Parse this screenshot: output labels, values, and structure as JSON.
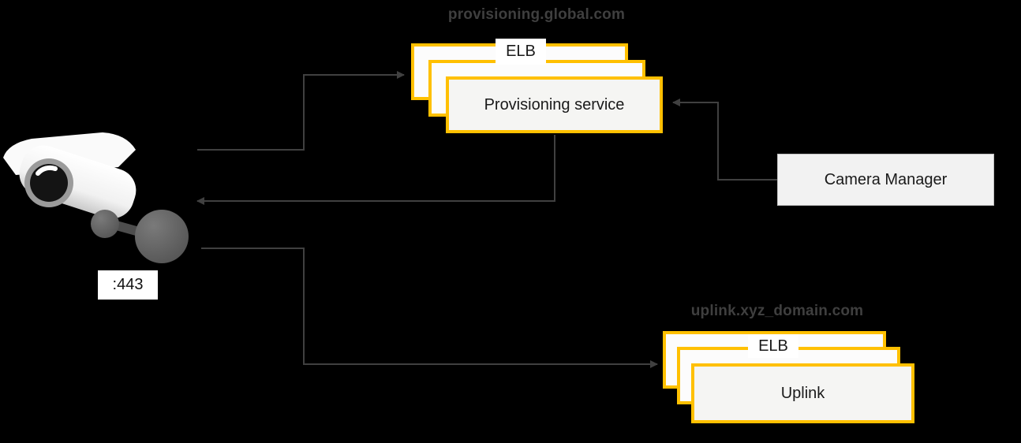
{
  "colors": {
    "background": "#000000",
    "accent_yellow": "#FFC000",
    "arrow": "#404040",
    "domain_text": "#3f3f3f"
  },
  "camera": {
    "port": ":443"
  },
  "provisioning": {
    "domain": "provisioning.global.com",
    "elb": "ELB",
    "service": "Provisioning service"
  },
  "camera_manager": {
    "label": "Camera Manager"
  },
  "uplink": {
    "domain": "uplink.xyz_domain.com",
    "elb": "ELB",
    "service": "Uplink"
  }
}
